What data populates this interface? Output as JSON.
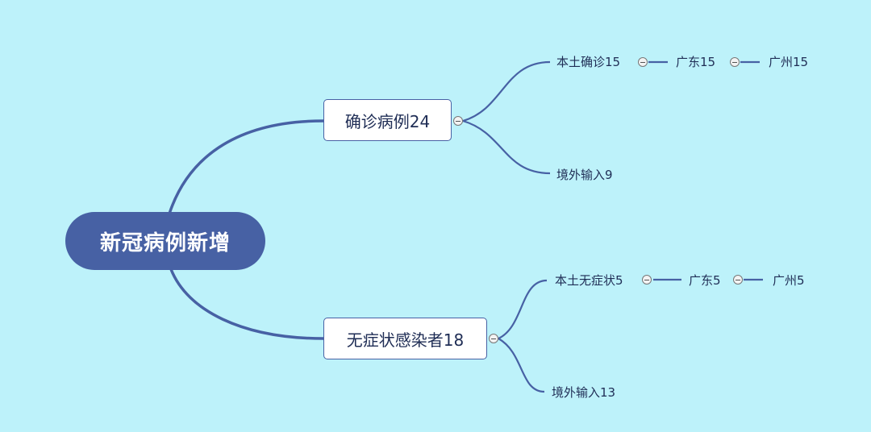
{
  "central_topic": "新冠病例新增",
  "branches": [
    {
      "label": "确诊病例24",
      "children": [
        {
          "label": "本土确诊15",
          "chain": [
            "广东15",
            "广州15"
          ]
        },
        {
          "label": "境外输入9"
        }
      ]
    },
    {
      "label": "无症状感染者18",
      "children": [
        {
          "label": "本土无症状5",
          "chain": [
            "广东5",
            "广州5"
          ]
        },
        {
          "label": "境外输入13"
        }
      ]
    }
  ],
  "colors": {
    "background": "#bdf2fa",
    "central_fill": "#4761a4",
    "line": "#4761a4",
    "text": "#1f2d55"
  }
}
